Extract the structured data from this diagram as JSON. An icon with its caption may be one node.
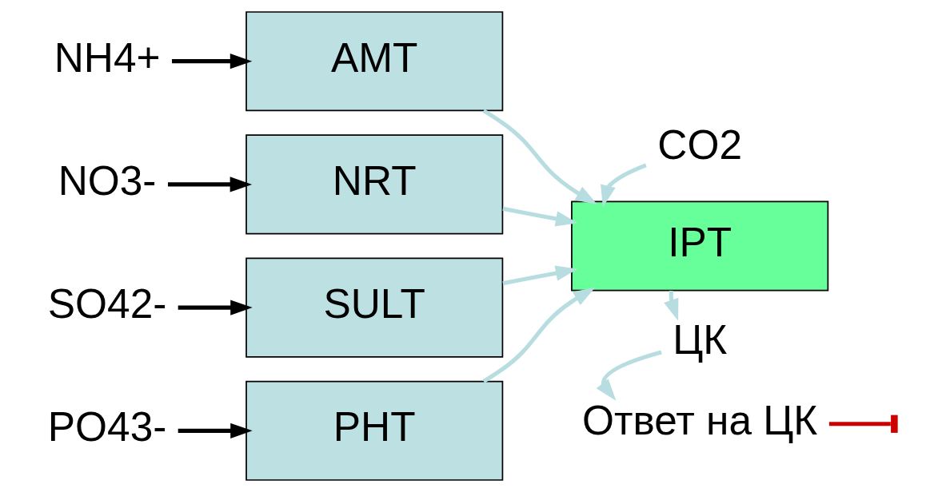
{
  "diagram": {
    "nodes": [
      {
        "text": [
          "NH4+"
        ]
      },
      {
        "text": [
          "AMT"
        ]
      },
      {
        "text": [
          "NO3-"
        ]
      },
      {
        "text": [
          "NRT"
        ]
      },
      {
        "text": [
          "SO42-"
        ]
      },
      {
        "text": [
          "SULT"
        ]
      },
      {
        "text": [
          "PO43-"
        ]
      },
      {
        "text": [
          "PHT"
        ]
      },
      {
        "text": [
          "CO2"
        ]
      },
      {
        "text": [
          "IPT"
        ]
      },
      {
        "text": [
          "ЦК"
        ]
      },
      {
        "text": [
          "Ответ на ЦК"
        ]
      }
    ],
    "edges": [
      {
        "from": 0,
        "to": 1,
        "arrow": "to",
        "color": "#000000"
      },
      {
        "from": 2,
        "to": 3,
        "arrow": "to",
        "color": "#000000"
      },
      {
        "from": 4,
        "to": 5,
        "arrow": "to",
        "color": "#000000"
      },
      {
        "from": 6,
        "to": 7,
        "arrow": "to",
        "color": "#000000"
      },
      {
        "from": 1,
        "to": 9,
        "arrow": "to"
      },
      {
        "from": 3,
        "to": 9,
        "arrow": "to"
      },
      {
        "from": 5,
        "to": 9,
        "arrow": "to"
      },
      {
        "from": 7,
        "to": 9,
        "arrow": "to"
      },
      {
        "from": 8,
        "to": 9,
        "arrow": "to"
      },
      {
        "from": 9,
        "to": 10,
        "arrow": "to"
      },
      {
        "from": 10,
        "to": 11,
        "arrow": "to"
      },
      {
        "from": 11,
        "to": null,
        "arrow": "other",
        "color": "#cc0000"
      }
    ]
  }
}
